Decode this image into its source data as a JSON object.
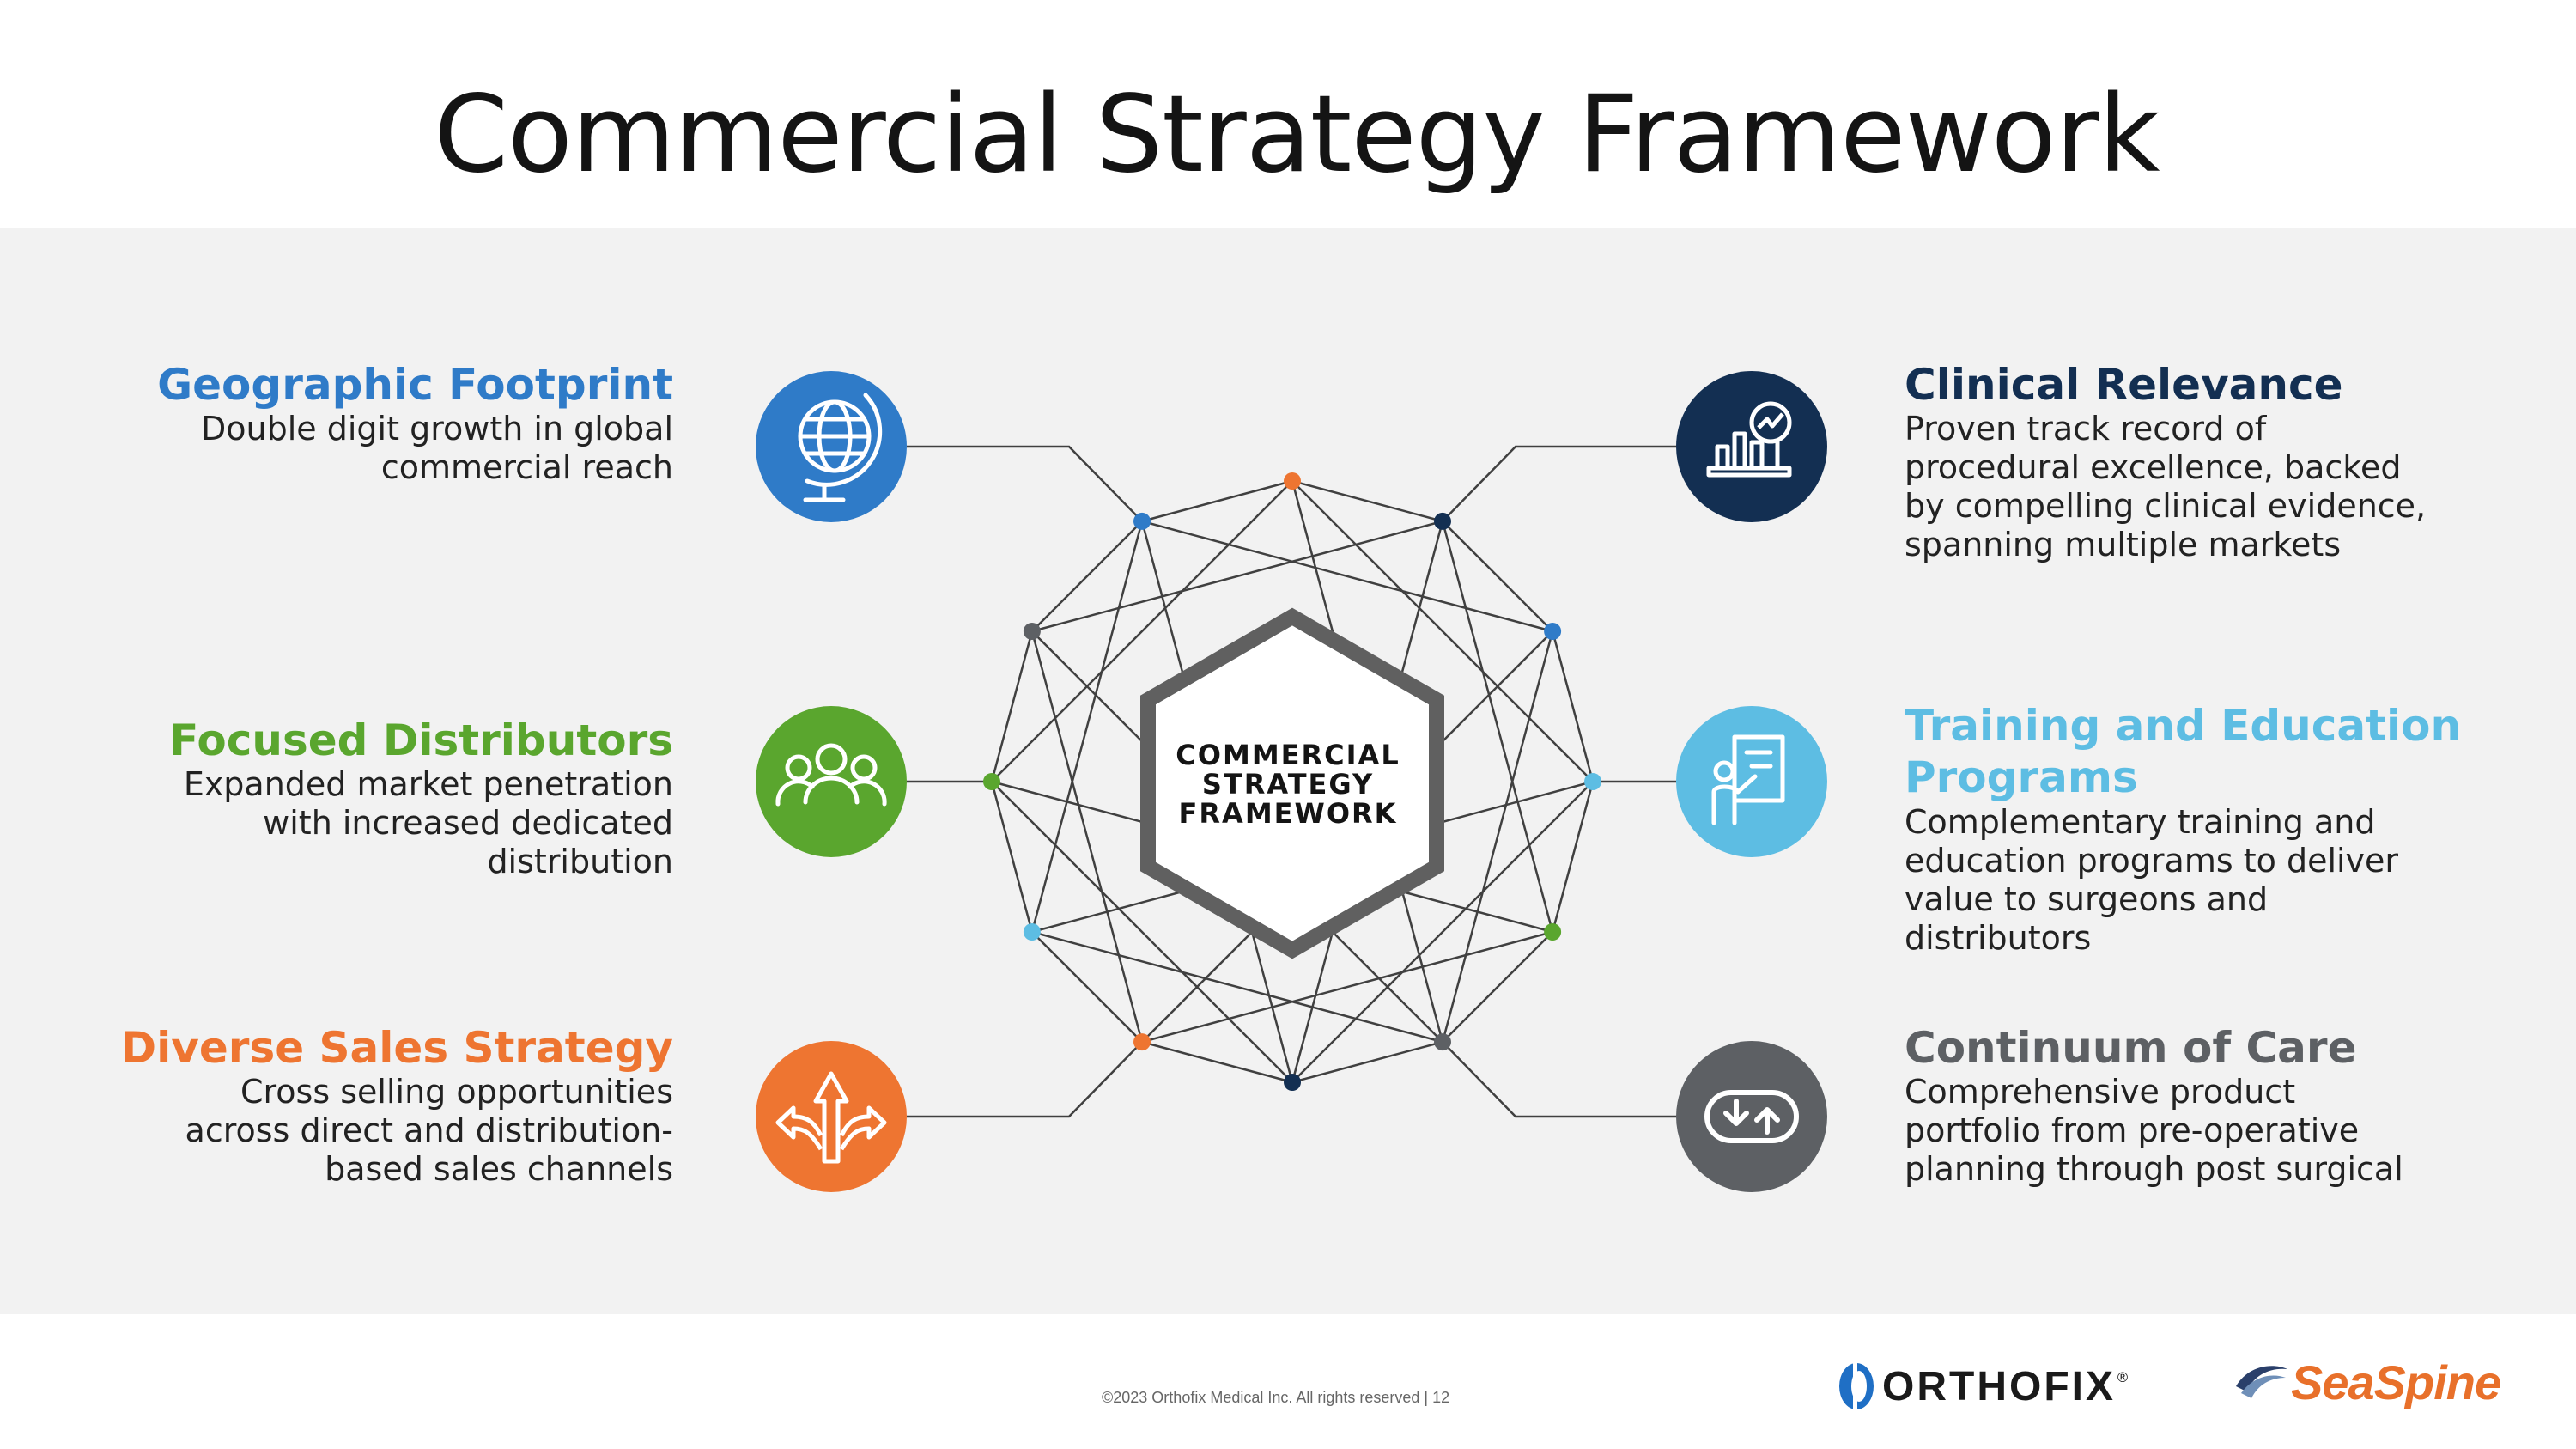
{
  "title": "Commercial Strategy Framework",
  "center_label": [
    "COMMERCIAL",
    "STRATEGY",
    "FRAMEWORK"
  ],
  "items": [
    {
      "id": "geographic",
      "title": "Geographic Footprint",
      "desc": [
        "Double digit growth in global",
        "commercial reach"
      ],
      "color": "#2f7bc8",
      "icon": "globe-icon"
    },
    {
      "id": "distributors",
      "title": "Focused Distributors",
      "desc": [
        "Expanded market penetration",
        "with increased dedicated",
        "distribution"
      ],
      "color": "#5aa62e",
      "icon": "people-group-icon"
    },
    {
      "id": "sales",
      "title": "Diverse Sales Strategy",
      "desc": [
        "Cross selling opportunities",
        "across direct and distribution-",
        "based sales channels"
      ],
      "color": "#ee7531",
      "icon": "diverging-arrows-icon"
    },
    {
      "id": "clinical",
      "title": "Clinical Relevance",
      "desc": [
        "Proven track record of",
        "procedural excellence, backed",
        "by compelling clinical evidence,",
        "spanning multiple markets"
      ],
      "color": "#132f52",
      "icon": "bar-chart-icon"
    },
    {
      "id": "training",
      "title_lines": [
        "Training and Education",
        "Programs"
      ],
      "desc": [
        "Complementary training and",
        "education programs to deliver",
        "value to surgeons and",
        "distributors"
      ],
      "color": "#5dbde3",
      "icon": "presentation-board-icon"
    },
    {
      "id": "care",
      "title": "Continuum of Care",
      "desc": [
        "Comprehensive product",
        "portfolio from pre-operative",
        "planning through post surgical"
      ],
      "color": "#5d6064",
      "icon": "cycle-arrows-icon"
    }
  ],
  "node_colors": {
    "orange": "#ee7531",
    "navy": "#132f52",
    "blue": "#2f7bc8",
    "lightblue": "#5dbde3",
    "green": "#5aa62e",
    "gray": "#5d6064",
    "line": "#404040",
    "hex": "#606060"
  },
  "footer": "©2023 Orthofix Medical Inc. All rights reserved  |  12",
  "logos": {
    "orthofix": "ORTHOFIX",
    "seaspine": "SeaSpine",
    "trademark": "®"
  }
}
